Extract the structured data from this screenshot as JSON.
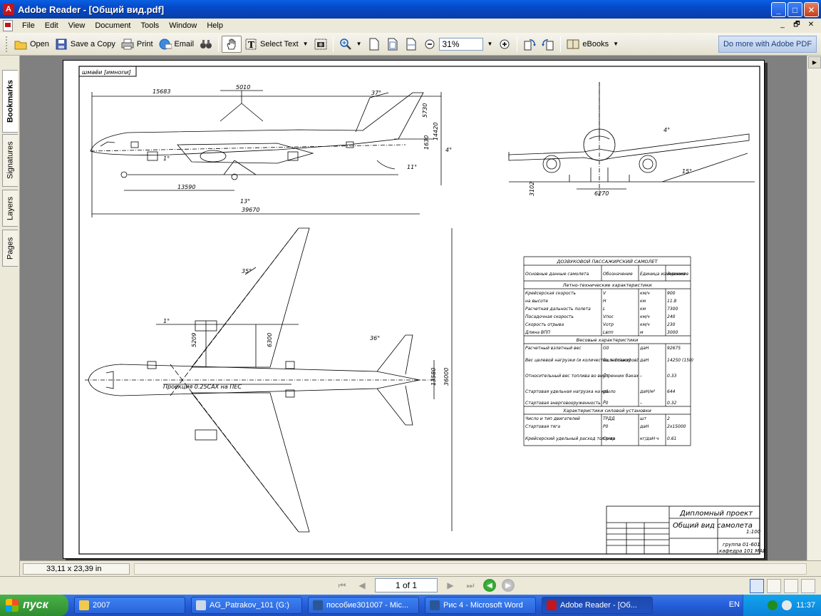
{
  "window": {
    "title": "Adobe Reader - [Общий вид.pdf]",
    "minimize_glyph": "_",
    "maximize_glyph": "□",
    "close_glyph": "✕"
  },
  "menu": {
    "items": [
      "File",
      "Edit",
      "View",
      "Document",
      "Tools",
      "Window",
      "Help"
    ],
    "right_glyphs": [
      "_",
      "🗗",
      "✕"
    ]
  },
  "toolbar": {
    "open_label": "Open",
    "save_copy_label": "Save a Copy",
    "print_label": "Print",
    "email_label": "Email",
    "select_text_label": "Select Text",
    "zoom_value": "31%",
    "ebooks_label": "eBooks",
    "adobe_button_label": "Do more with Adobe PDF"
  },
  "nav_tabs": [
    "Bookmarks",
    "Signatures",
    "Layers",
    "Pages"
  ],
  "status": {
    "page_size": "33,11 x 23,39 in"
  },
  "navigation": {
    "page_indicator": "1 of 1"
  },
  "taskbar": {
    "start_label": "пуск",
    "tasks": [
      {
        "label": "2007",
        "color": "#f2c94c"
      },
      {
        "label": "AG_Patrakov_101 (G:)",
        "color": "#cfd8e6"
      },
      {
        "label": "пособие301007 - Mic...",
        "color": "#2b5797"
      },
      {
        "label": "Рис 4 - Microsoft Word",
        "color": "#2b5797"
      },
      {
        "label": "Adobe Reader - [Об...",
        "color": "#c4161c"
      }
    ],
    "language": "EN",
    "clock": "11:37"
  },
  "drawing": {
    "header_label": "шмаёи [имноnи]",
    "dims": {
      "d1": "15683",
      "d2": "5010",
      "d3": "37°",
      "d4": "5730",
      "d5": "14420",
      "d6": "1630",
      "d7": "11°",
      "d8": "1°",
      "d9": "13590",
      "d10": "13°",
      "d11": "39670",
      "d12": "4°",
      "d13": "4°",
      "d14": "15°",
      "d15": "3102",
      "d16": "6270",
      "d17": "35°",
      "d18": "36°",
      "d19": "1°",
      "d20": "5209",
      "d21": "6300",
      "d22": "13580",
      "d23": "36000"
    },
    "projection_label": "Проекция 0.25САХ на ПЕС",
    "table": {
      "title": "ДОЗВУКОВОЙ ПАССАЖИРСКИЙ САМОЛЕТ",
      "headers": [
        "Основные данные самолета",
        "Обозначение",
        "Единица измерения",
        "Значение"
      ],
      "sections": [
        {
          "title": "Летно-технические характеристики",
          "rows": [
            [
              "Крейсерская скорость",
              "V",
              "км/ч",
              "900"
            ],
            [
              "на высоте",
              "H",
              "км",
              "11.8"
            ],
            [
              "Расчетная дальность полета",
              "L",
              "км",
              "7300"
            ],
            [
              "Посадочная скорость",
              "Vпос",
              "км/ч",
              "240"
            ],
            [
              "Скорость отрыва",
              "Vотр",
              "км/ч",
              "230"
            ],
            [
              "Длина ВПП",
              "Lвпп",
              "м",
              "3000"
            ]
          ]
        },
        {
          "title": "Весовые характеристики",
          "rows": [
            [
              "Расчетный взлетный вес",
              "G0",
              "даН",
              "92675"
            ],
            [
              "Вес целевой нагрузки (и количество пассажиров)",
              "Gц.н (nпасс)",
              "даН",
              "14250 (150)"
            ],
            [
              "Относительный вес топлива во внутренних баках",
              "Ḡт",
              "–",
              "0.33"
            ],
            [
              "Стартовая удельная нагрузка на крыло",
              "p0",
              "даН/м²",
              "644"
            ],
            [
              "Стартовая энерговооруженность",
              "P̄0",
              "–",
              "0.32"
            ]
          ]
        },
        {
          "title": "Характеристики силовой установки",
          "rows": [
            [
              "Число и тип двигателей",
              "ТРДД",
              "шт",
              "2"
            ],
            [
              "Стартовая тяга",
              "P0",
              "даН",
              "2x15000"
            ],
            [
              "Крейсерский удельный расход топлива",
              "Cp кр",
              "кг/даН·ч",
              "0.61"
            ]
          ]
        }
      ]
    },
    "stamp": {
      "project": "Дипломный проект",
      "sheet_title": "Общий вид самолета",
      "scale": "1:100",
      "group": "группа 01-601",
      "department": "кафедра 101 МАИ"
    }
  }
}
